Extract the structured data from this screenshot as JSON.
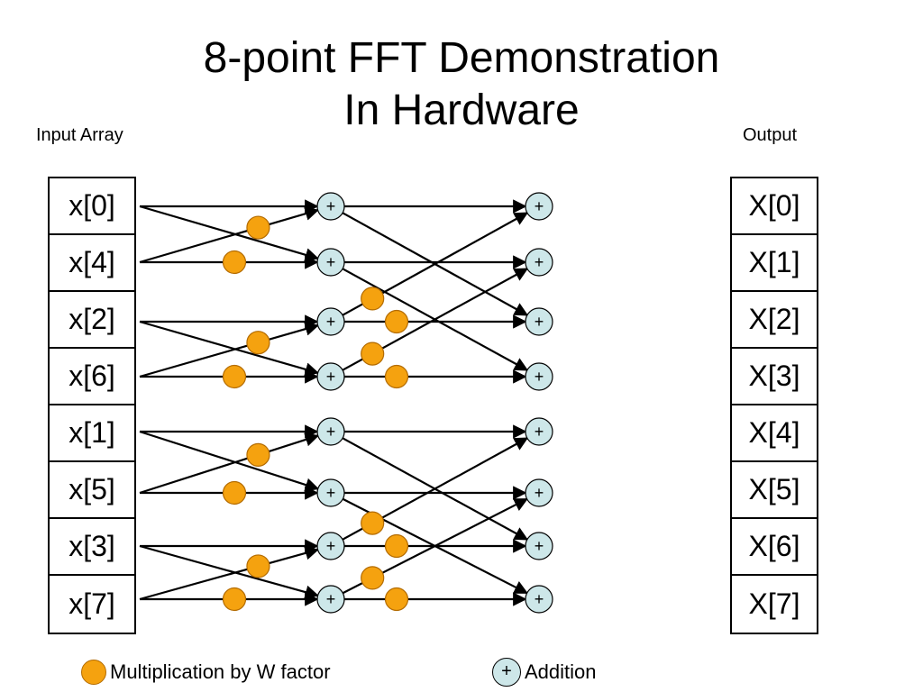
{
  "title": {
    "line1": "8-point FFT Demonstration",
    "line2": "In Hardware"
  },
  "input_caption": "Input Array",
  "output_caption": "Output",
  "input_array": [
    "x[0]",
    "x[4]",
    "x[2]",
    "x[6]",
    "x[1]",
    "x[5]",
    "x[3]",
    "x[7]"
  ],
  "output_array": [
    "X[0]",
    "X[1]",
    "X[2]",
    "X[3]",
    "X[4]",
    "X[5]",
    "X[6]",
    "X[7]"
  ],
  "adder_symbol": "+",
  "legend": {
    "multiplication": "Multiplication by W factor",
    "addition_symbol": "+",
    "addition": "Addition"
  },
  "colors": {
    "multiplier": "#f5a20f",
    "adder": "#cde7e9",
    "line": "#000000"
  }
}
